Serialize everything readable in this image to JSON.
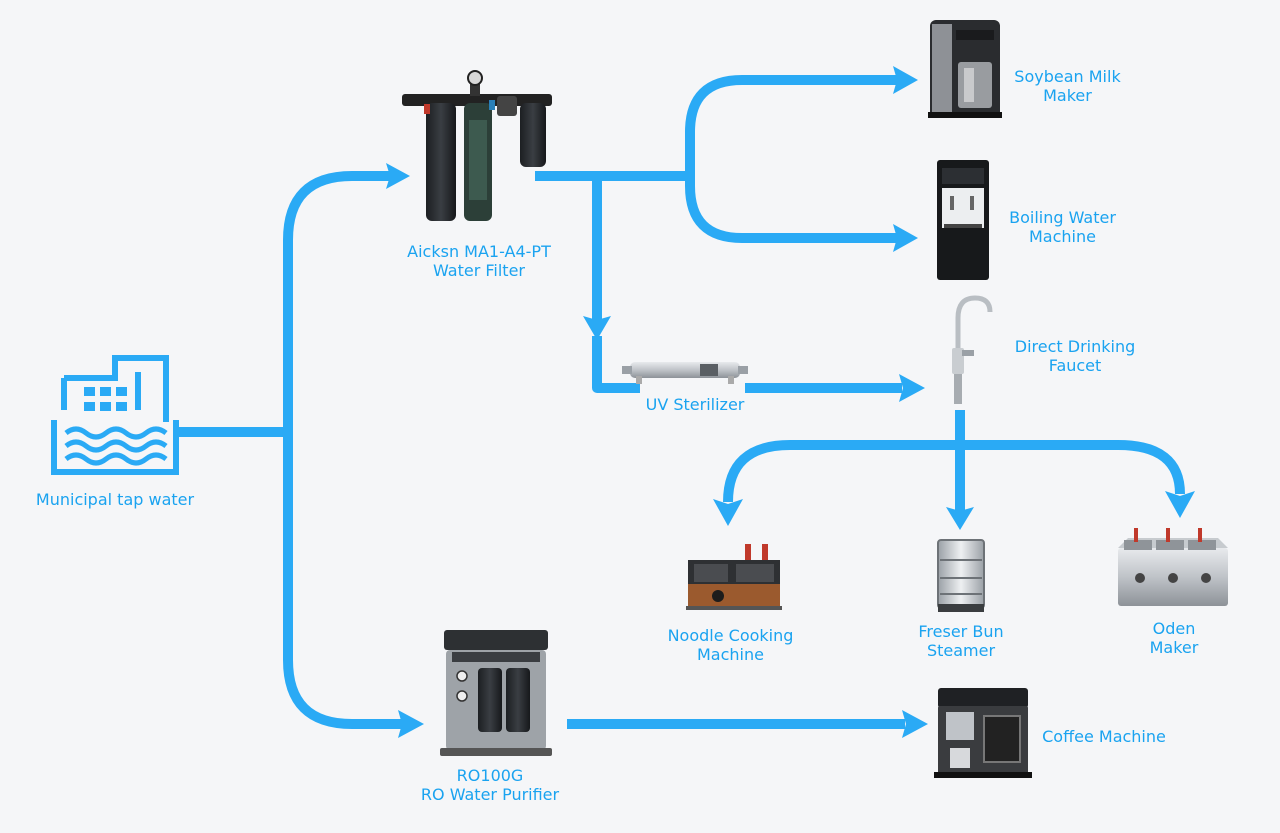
{
  "colors": {
    "accent": "#2aaaf5",
    "label": "#1aa3f0",
    "background": "#f5f6f8"
  },
  "nodes": {
    "source": {
      "line1": "Municipal tap water"
    },
    "filter": {
      "line1": "Aicksn MA1-A4-PT",
      "line2": "Water Filter"
    },
    "purifier": {
      "line1": "RO100G",
      "line2": "RO Water Purifier"
    },
    "uv": {
      "line1": "UV Sterilizer"
    },
    "soy": {
      "line1": "Soybean Milk",
      "line2": "Maker"
    },
    "boil": {
      "line1": "Boiling Water",
      "line2": "Machine"
    },
    "faucet": {
      "line1": "Direct Drinking",
      "line2": "Faucet"
    },
    "noodle": {
      "line1": "Noodle Cooking",
      "line2": "Machine"
    },
    "bun": {
      "line1": "Freser Bun",
      "line2": "Steamer"
    },
    "oden": {
      "line1": "Oden",
      "line2": "Maker"
    },
    "coffee": {
      "line1": "Coffee Machine"
    }
  },
  "icons": {
    "source": "building-water-icon",
    "filter": "triple-water-filter-icon",
    "purifier": "ro-purifier-icon",
    "uv": "uv-sterilizer-icon",
    "soy": "soybean-milk-maker-icon",
    "boil": "boiling-water-machine-icon",
    "faucet": "drinking-faucet-icon",
    "noodle": "noodle-cooker-icon",
    "bun": "bun-steamer-icon",
    "oden": "oden-maker-icon",
    "coffee": "coffee-machine-icon"
  }
}
